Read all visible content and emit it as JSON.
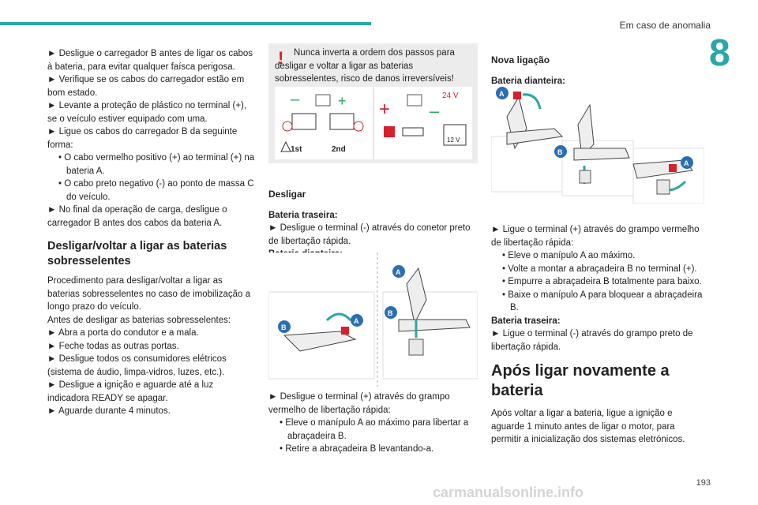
{
  "header": {
    "section_title": "Em caso de anomalia",
    "chapter_number": "8"
  },
  "col1": {
    "p1": "► Desligue o carregador B antes de ligar os cabos à bateria, para evitar qualquer faísca perigosa.",
    "p2": "► Verifique se os cabos do carregador estão em bom estado.",
    "p3": "► Levante a proteção de plástico no terminal (+), se o veículo estiver equipado com uma.",
    "p4": "► Ligue os cabos do carregador B da seguinte forma:",
    "s1": "• O cabo vermelho positivo (+) ao terminal (+) na bateria A.",
    "s2": "• O cabo preto negativo (-) ao ponto de massa C do veículo.",
    "p5": "► No final da operação de carga, desligue o carregador B antes dos cabos da bateria A.",
    "heading": "Desligar/voltar a ligar as baterias sobresselentes",
    "p6": "Procedimento para desligar/voltar a ligar as baterias sobresselentes no caso de imobilização a longo prazo do veículo.",
    "p7": "Antes de desligar as baterias sobresselentes:",
    "p8": "► Abra a porta do condutor e a mala.",
    "p9": "► Feche todas as outras portas.",
    "p10": "► Desligue todos os consumidores elétricos (sistema de áudio, limpa-vidros, luzes, etc.).",
    "p11": "► Desligue a ignição e aguarde até a luz indicadora READY se apagar.",
    "p12": "► Aguarde durante 4 minutos."
  },
  "col2": {
    "warning_mark": "!",
    "warning": "Nunca inverta a ordem dos passos para desligar e voltar a ligar as baterias sobresselentes, risco de danos irreversíveis!",
    "warn_img": {
      "first": "1st",
      "second": "2nd",
      "voltage": "24 V",
      "battery": "12 V"
    },
    "heading": "Desligar",
    "sub1": "Bateria traseira:",
    "p1": "► Desligue o terminal (-) através do conetor preto de libertação rápida.",
    "sub2": "Bateria dianteira:",
    "p2": "► Desligue o terminal (+) através do grampo vermelho de libertação rápida:",
    "s1": "• Eleve o manípulo A ao máximo para libertar a abraçadeira B.",
    "s2": "• Retire a abraçadeira B levantando-a.",
    "fig_labels": {
      "a": "A",
      "b": "B"
    }
  },
  "col3": {
    "heading": "Nova ligação",
    "sub1": "Bateria dianteira:",
    "fig_labels": {
      "a": "A",
      "b": "B"
    },
    "p1": "► Ligue o terminal (+) através do grampo vermelho de libertação rápida:",
    "s1": "• Eleve o manípulo A ao máximo.",
    "s2": "• Volte a montar a abraçadeira B no terminal (+).",
    "s3": "• Empurre a abraçadeira B totalmente para baixo.",
    "s4": "• Baixe o manípulo A para bloquear a abraçadeira B.",
    "sub2": "Bateria traseira:",
    "p2": "► Ligue o terminal (-) através do grampo preto de libertação rápida.",
    "big_heading": "Após ligar novamente a bateria",
    "p3": "Após voltar a ligar a bateria, ligue a ignição e aguarde 1 minuto antes de ligar o motor, para permitir a inicialização dos sistemas eletrónicos."
  },
  "footer": {
    "page_number": "193",
    "watermark": "carmanualsonline.info"
  }
}
